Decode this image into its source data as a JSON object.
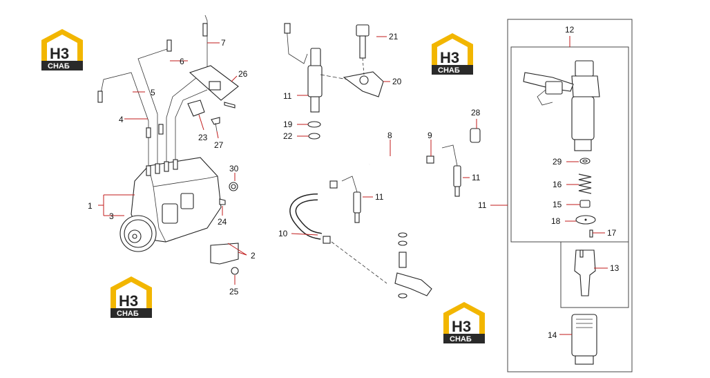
{
  "brand": {
    "logo_letters": "H3",
    "logo_word": "CHAБ",
    "colors": {
      "yellow": "#f2b600",
      "dark": "#2a2a2a",
      "leader": "#c01a1a"
    }
  },
  "callouts": {
    "c1": "1",
    "c2": "2",
    "c3": "3",
    "c4": "4",
    "c5": "5",
    "c6": "6",
    "c7": "7",
    "c8": "8",
    "c9": "9",
    "c10": "10",
    "c11a": "11",
    "c11b": "11",
    "c11c": "11",
    "c11d": "11",
    "c12": "12",
    "c13": "13",
    "c14": "14",
    "c15": "15",
    "c16": "16",
    "c17": "17",
    "c18": "18",
    "c19": "19",
    "c20": "20",
    "c21": "21",
    "c22": "22",
    "c23": "23",
    "c24": "24",
    "c25": "25",
    "c26": "26",
    "c27": "27",
    "c28": "28",
    "c29": "29",
    "c30": "30"
  }
}
